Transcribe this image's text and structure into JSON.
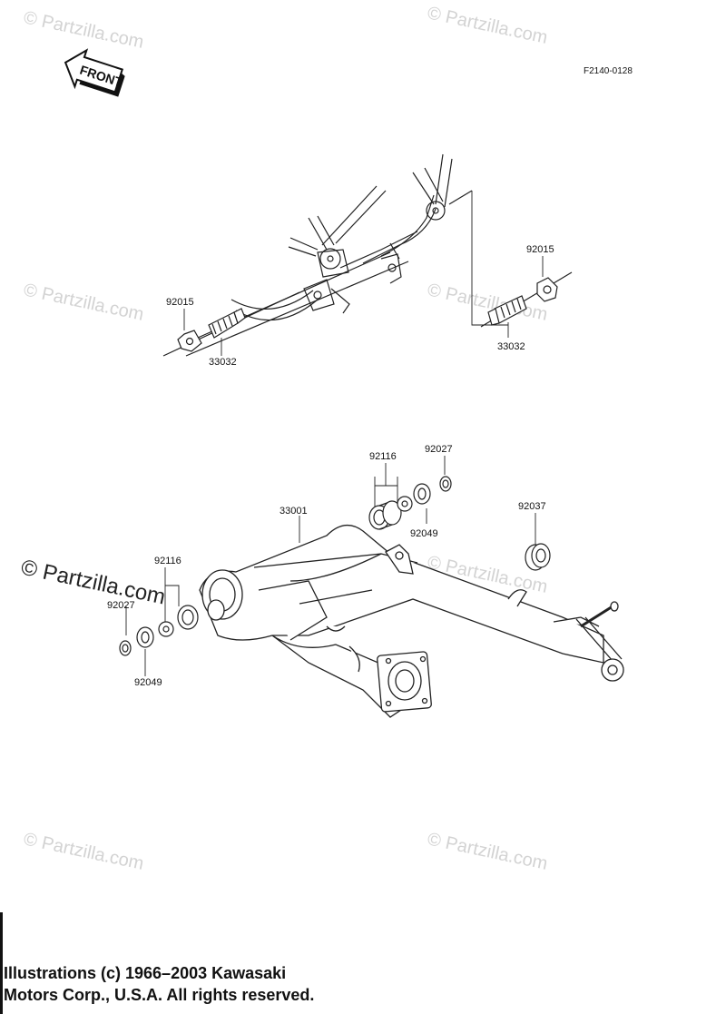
{
  "diagram": {
    "reference_code": "F2140-0128",
    "front_label": "FRONT",
    "parts": {
      "nut_left": "92015",
      "pivot_left": "33032",
      "nut_right": "92015",
      "pivot_right": "33032",
      "bearing_upper": "92116",
      "washer_upper": "92027",
      "seal_upper": "92049",
      "swingarm": "33001",
      "cap": "92037",
      "bearing_lower": "92116",
      "washer_lower": "92027",
      "seal_lower": "92049"
    }
  },
  "watermarks": {
    "small": "© Partzilla.com",
    "large": "© Partzilla.com"
  },
  "copyright": {
    "line1": "Illustrations (c) 1966–2003 Kawasaki",
    "line2": "Motors Corp., U.S.A.  All rights reserved."
  }
}
